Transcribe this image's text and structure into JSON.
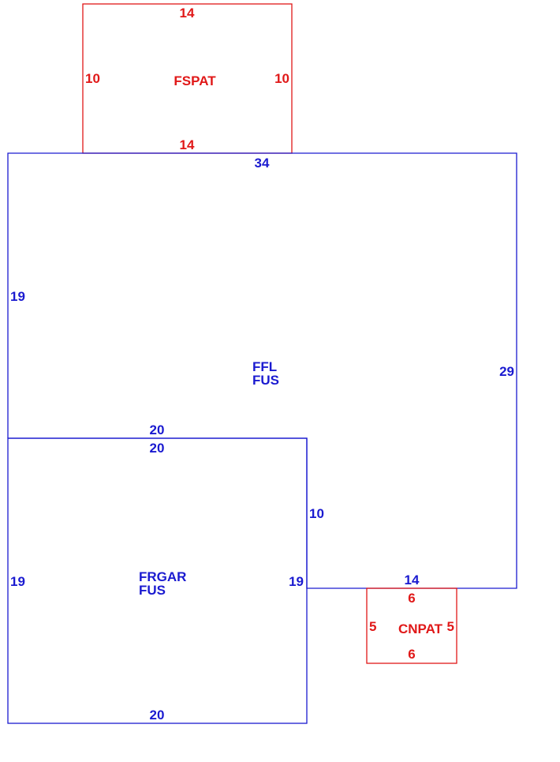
{
  "colors": {
    "living": "#1a1ad0",
    "patio": "#e01818"
  },
  "areas": {
    "main": {
      "code": "FFL",
      "code2": "FUS"
    },
    "garage": {
      "code": "FRGAR",
      "code2": "FUS"
    },
    "screened_patio": {
      "code": "FSPAT"
    },
    "concrete_patio": {
      "code": "CNPAT"
    }
  },
  "dimensions": {
    "main_top": "34",
    "main_left": "19",
    "main_right": "29",
    "main_step_top": "20",
    "main_step_right": "10",
    "main_bottom": "14",
    "garage_top": "20",
    "garage_left": "19",
    "garage_right": "19",
    "garage_bottom": "20",
    "fspat_top": "14",
    "fspat_bottom": "14",
    "fspat_left": "10",
    "fspat_right": "10",
    "cnpat_top": "6",
    "cnpat_bottom": "6",
    "cnpat_left": "5",
    "cnpat_right": "5"
  }
}
